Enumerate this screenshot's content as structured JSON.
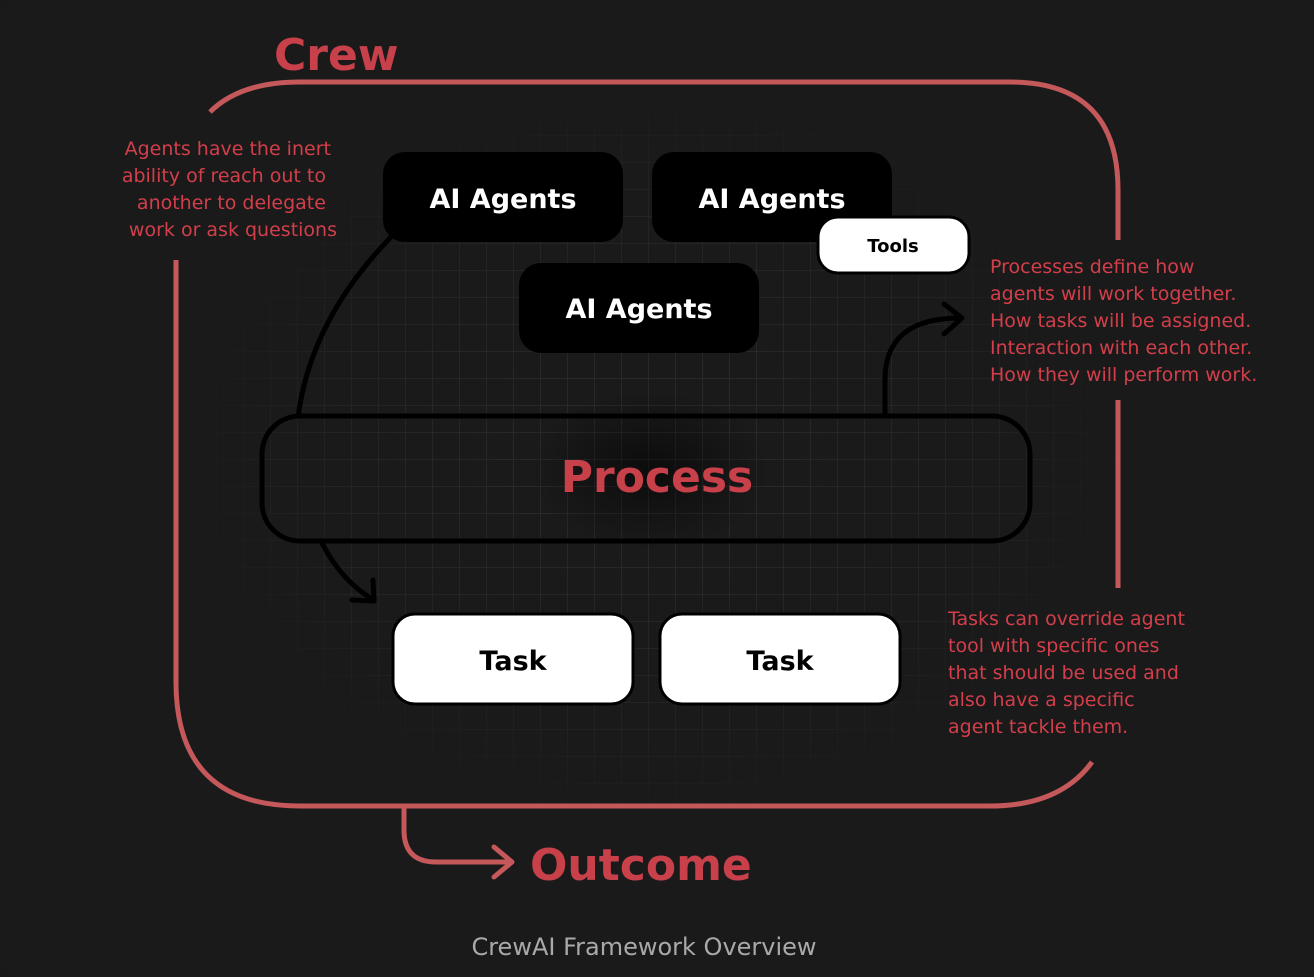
{
  "crew_label": "Crew",
  "outcome_label": "Outcome",
  "process_label": "Process",
  "agents": [
    "AI Agents",
    "AI Agents",
    "AI Agents"
  ],
  "tools_label": "Tools",
  "tasks": [
    "Task",
    "Task"
  ],
  "notes": {
    "agents_note": [
      "Agents have the inert",
      "ability of reach out to",
      "another to delegate",
      "work or ask questions"
    ],
    "process_note": [
      "Processes define how",
      "agents will work together.",
      "How tasks will be assigned.",
      "Interaction with each other.",
      "How they will perform work."
    ],
    "tasks_note": [
      "Tasks can override agent",
      "tool with specific ones",
      "that should be used and",
      "also have a specific",
      "agent tackle them."
    ]
  },
  "caption": "CrewAI Framework Overview",
  "colors": {
    "background": "#1b1a1b",
    "accent_red": "#c8404a",
    "crew_border": "#c4585a",
    "agent_box": "#000000",
    "task_box": "#ffffff",
    "grid": "#3a3a3a"
  }
}
